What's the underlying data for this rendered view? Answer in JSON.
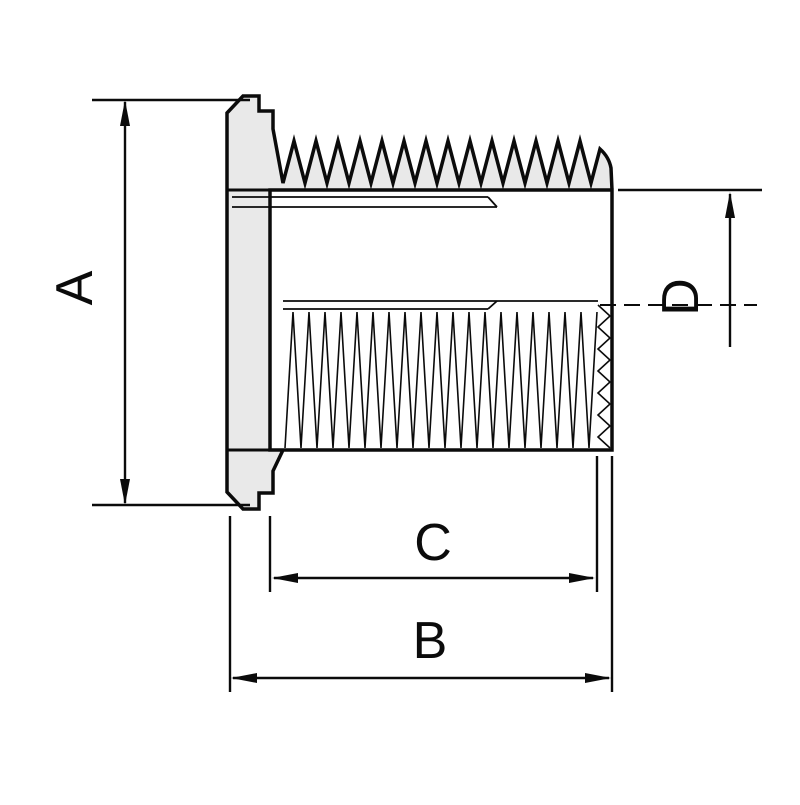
{
  "diagram": {
    "labels": {
      "a": "A",
      "b": "B",
      "c": "C",
      "d": "D"
    },
    "colors": {
      "background": "#ffffff",
      "part_fill": "#e9e9e9",
      "line": "#0b0b0b"
    }
  }
}
